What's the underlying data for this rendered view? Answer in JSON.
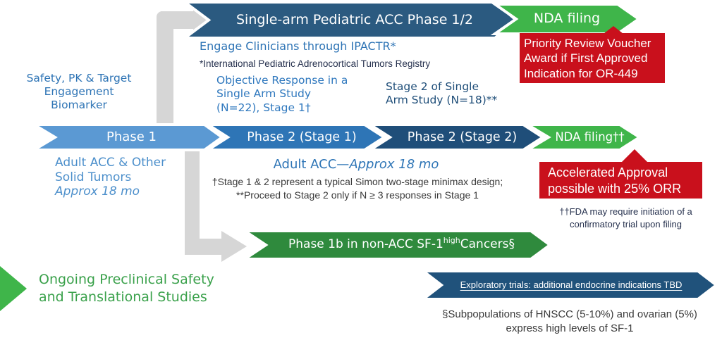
{
  "colors": {
    "dark_slate_blue": "#2b5a80",
    "navy_blue": "#1f4e79",
    "medium_blue": "#2e75b6",
    "light_blue": "#5b99d3",
    "bright_green": "#3fb54a",
    "dark_green": "#2f8a3d",
    "red_callout": "#c9101c",
    "connector_gray": "#d6d6d6",
    "blue_text": "#2e74b5",
    "light_blue_text": "#4c8fcb",
    "green_text": "#3aa14b",
    "footnote_dark": "#3a3a3a",
    "navy_text": "#26314e"
  },
  "top_flow": {
    "single_arm_label": "Single-arm Pediatric ACC Phase 1/2",
    "nda_label": "NDA filing",
    "prv_callout": "Priority Review Voucher\nAward if First Approved\nIndication for OR-449",
    "engage": "Engage Clinicians through IPACTR*",
    "ipactr_footnote": "*International Pediatric Adrenocortical Tumors Registry"
  },
  "left_column": {
    "safety_biomarker": "Safety, PK & Target\nEngagement\nBiomarker",
    "adult_tumors": "Adult ACC & Other\nSolid Tumors",
    "adult_tumors_duration": "Approx 18 mo",
    "ongoing_studies": "Ongoing Preclinical Safety\nand Translational Studies"
  },
  "adult_flow": {
    "objective_response": "Objective Response in a\nSingle Arm Study\n(N=22), Stage 1†",
    "stage2_note": "Stage 2 of Single\nArm Study (N=18)**",
    "phase1_label": "Phase 1",
    "phase2_stage1_label": "Phase 2 (Stage 1)",
    "phase2_stage2_label": "Phase 2 (Stage 2)",
    "nda_label": "NDA filing††",
    "adult_acc_prefix": "Adult ACC—",
    "adult_acc_duration": "Approx 18 mo",
    "simon_footnote": "†Stage 1 & 2 represent a typical Simon two-stage minimax design;\n**Proceed to Stage 2 only if N ≥ 3 responses in Stage 1",
    "accelerated_callout": "Accelerated Approval\npossible with 25% ORR",
    "fda_footnote": "††FDA may require initiation of a\nconfirmatory trial upon filing"
  },
  "bottom_flow": {
    "phase1b_prefix": "Phase 1b in non-ACC SF-1",
    "phase1b_sup": "high",
    "phase1b_suffix": " Cancers§",
    "exploratory_label": "Exploratory trials: additional endocrine indications TBD",
    "subpop_footnote": "§Subpopulations of HNSCC (5-10%) and ovarian (5%)\nexpress high levels of SF-1"
  }
}
